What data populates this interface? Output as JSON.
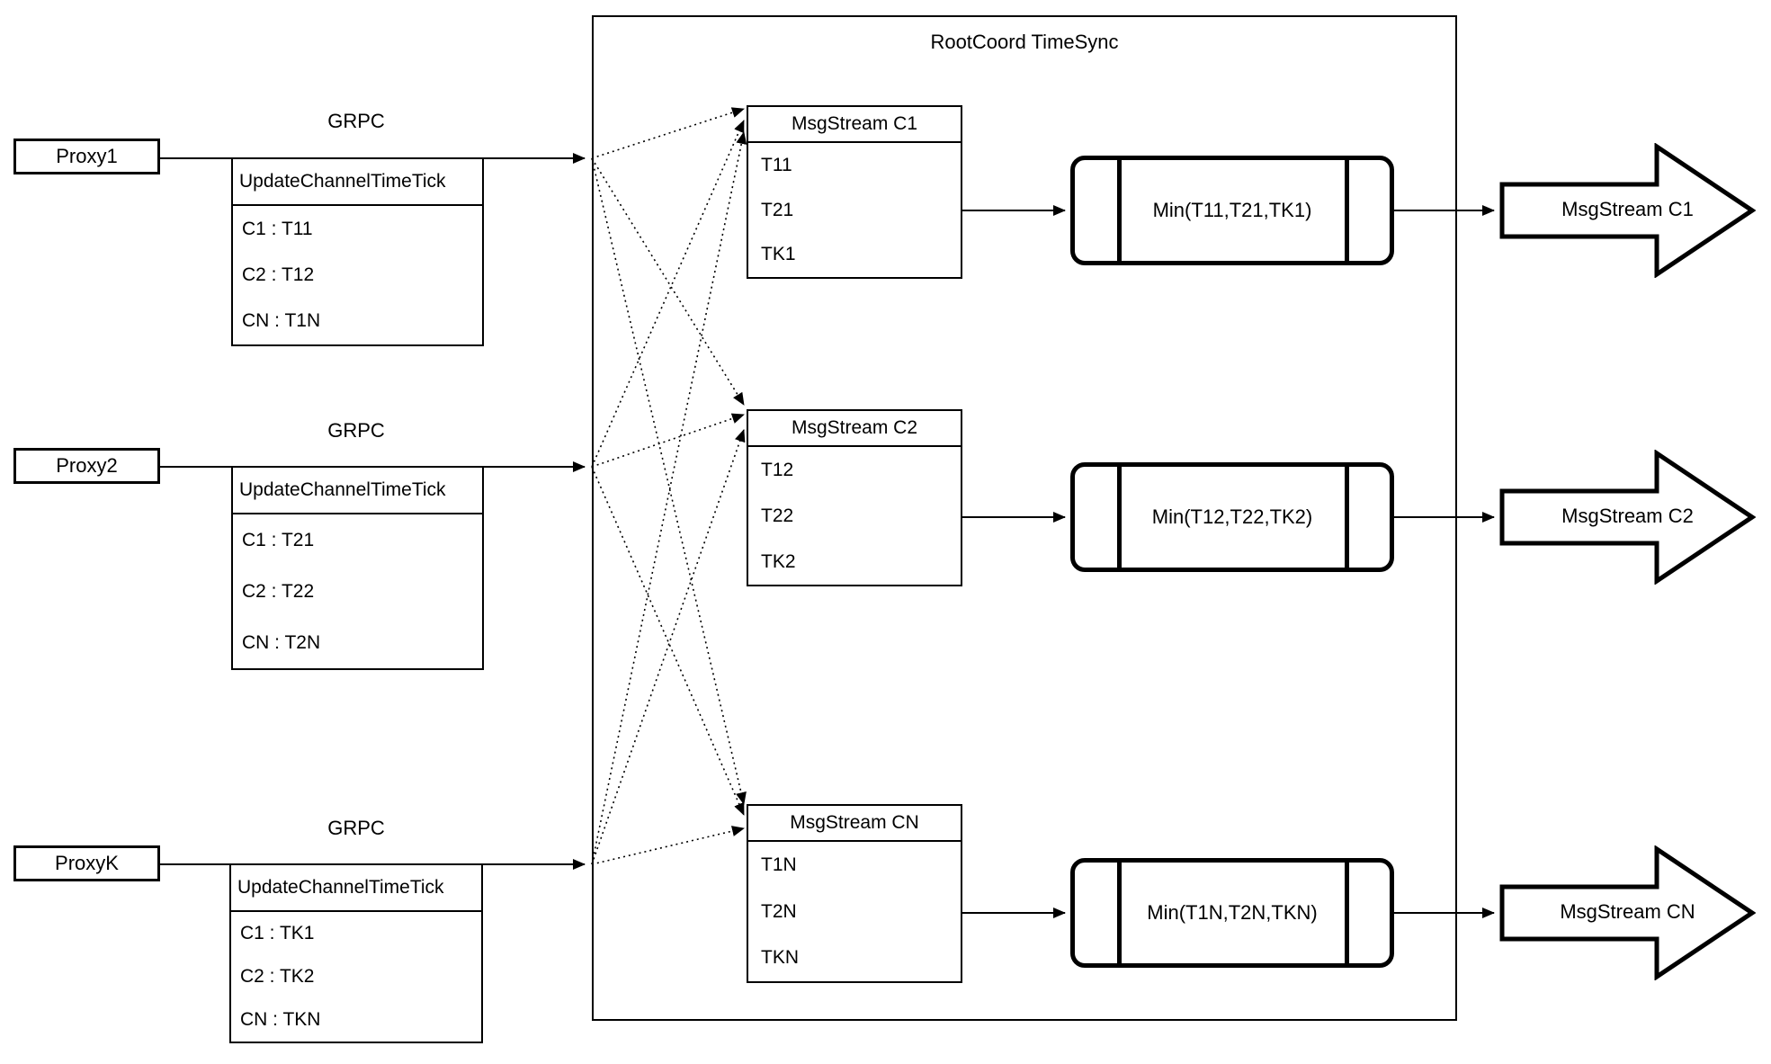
{
  "diagram": {
    "title": "RootCoord TimeSync",
    "colors": {
      "stroke": "#000000",
      "fill": "#ffffff"
    },
    "proxies": [
      {
        "name": "Proxy1",
        "protocol": "GRPC",
        "message": {
          "header": "UpdateChannelTimeTick",
          "rows": [
            "C1 : T11",
            "C2 : T12",
            "CN : T1N"
          ]
        }
      },
      {
        "name": "Proxy2",
        "protocol": "GRPC",
        "message": {
          "header": "UpdateChannelTimeTick",
          "rows": [
            "C1 : T21",
            "C2 : T22",
            "CN : T2N"
          ]
        }
      },
      {
        "name": "ProxyK",
        "protocol": "GRPC",
        "message": {
          "header": "UpdateChannelTimeTick",
          "rows": [
            "C1 : TK1",
            "C2 : TK2",
            "CN : TKN"
          ]
        }
      }
    ],
    "channels": [
      {
        "buffer_header": "MsgStream C1",
        "buffer_rows": [
          "T11",
          "T21",
          "TK1"
        ],
        "min_label": "Min(T11,T21,TK1)",
        "output_label": "MsgStream C1"
      },
      {
        "buffer_header": "MsgStream C2",
        "buffer_rows": [
          "T12",
          "T22",
          "TK2"
        ],
        "min_label": "Min(T12,T22,TK2)",
        "output_label": "MsgStream C2"
      },
      {
        "buffer_header": "MsgStream CN",
        "buffer_rows": [
          "T1N",
          "T2N",
          "TKN"
        ],
        "min_label": "Min(T1N,T2N,TKN)",
        "output_label": "MsgStream CN"
      }
    ]
  }
}
